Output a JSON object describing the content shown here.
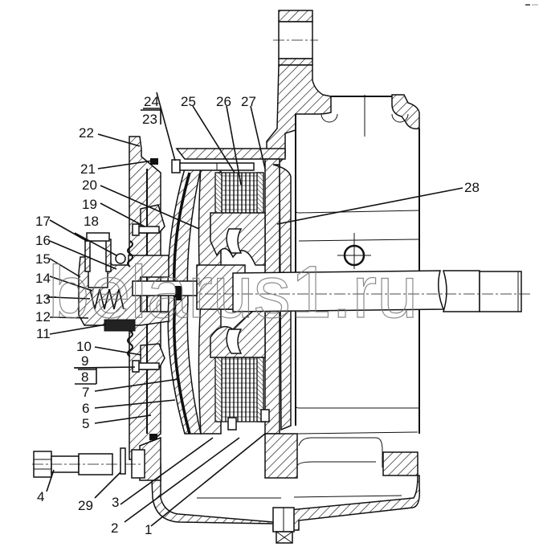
{
  "diagram": {
    "title": "Brake assembly sectional view",
    "watermark": "belarus1.ru",
    "callouts": [
      {
        "id": "1",
        "text": "1"
      },
      {
        "id": "2",
        "text": "2"
      },
      {
        "id": "3",
        "text": "3"
      },
      {
        "id": "4",
        "text": "4"
      },
      {
        "id": "5",
        "text": "5"
      },
      {
        "id": "6",
        "text": "6"
      },
      {
        "id": "7",
        "text": "7"
      },
      {
        "id": "8",
        "text": "8"
      },
      {
        "id": "9",
        "text": "9"
      },
      {
        "id": "10",
        "text": "10"
      },
      {
        "id": "11",
        "text": "11"
      },
      {
        "id": "12",
        "text": "12"
      },
      {
        "id": "13",
        "text": "13"
      },
      {
        "id": "14",
        "text": "14"
      },
      {
        "id": "15",
        "text": "15"
      },
      {
        "id": "16",
        "text": "16"
      },
      {
        "id": "17",
        "text": "17"
      },
      {
        "id": "18",
        "text": "18"
      },
      {
        "id": "19",
        "text": "19"
      },
      {
        "id": "20",
        "text": "20"
      },
      {
        "id": "21",
        "text": "21"
      },
      {
        "id": "22",
        "text": "22"
      },
      {
        "id": "23",
        "text": "23"
      },
      {
        "id": "24",
        "text": "24"
      },
      {
        "id": "25",
        "text": "25"
      },
      {
        "id": "26",
        "text": "26"
      },
      {
        "id": "27",
        "text": "27"
      },
      {
        "id": "28",
        "text": "28"
      },
      {
        "id": "29",
        "text": "29"
      }
    ]
  }
}
